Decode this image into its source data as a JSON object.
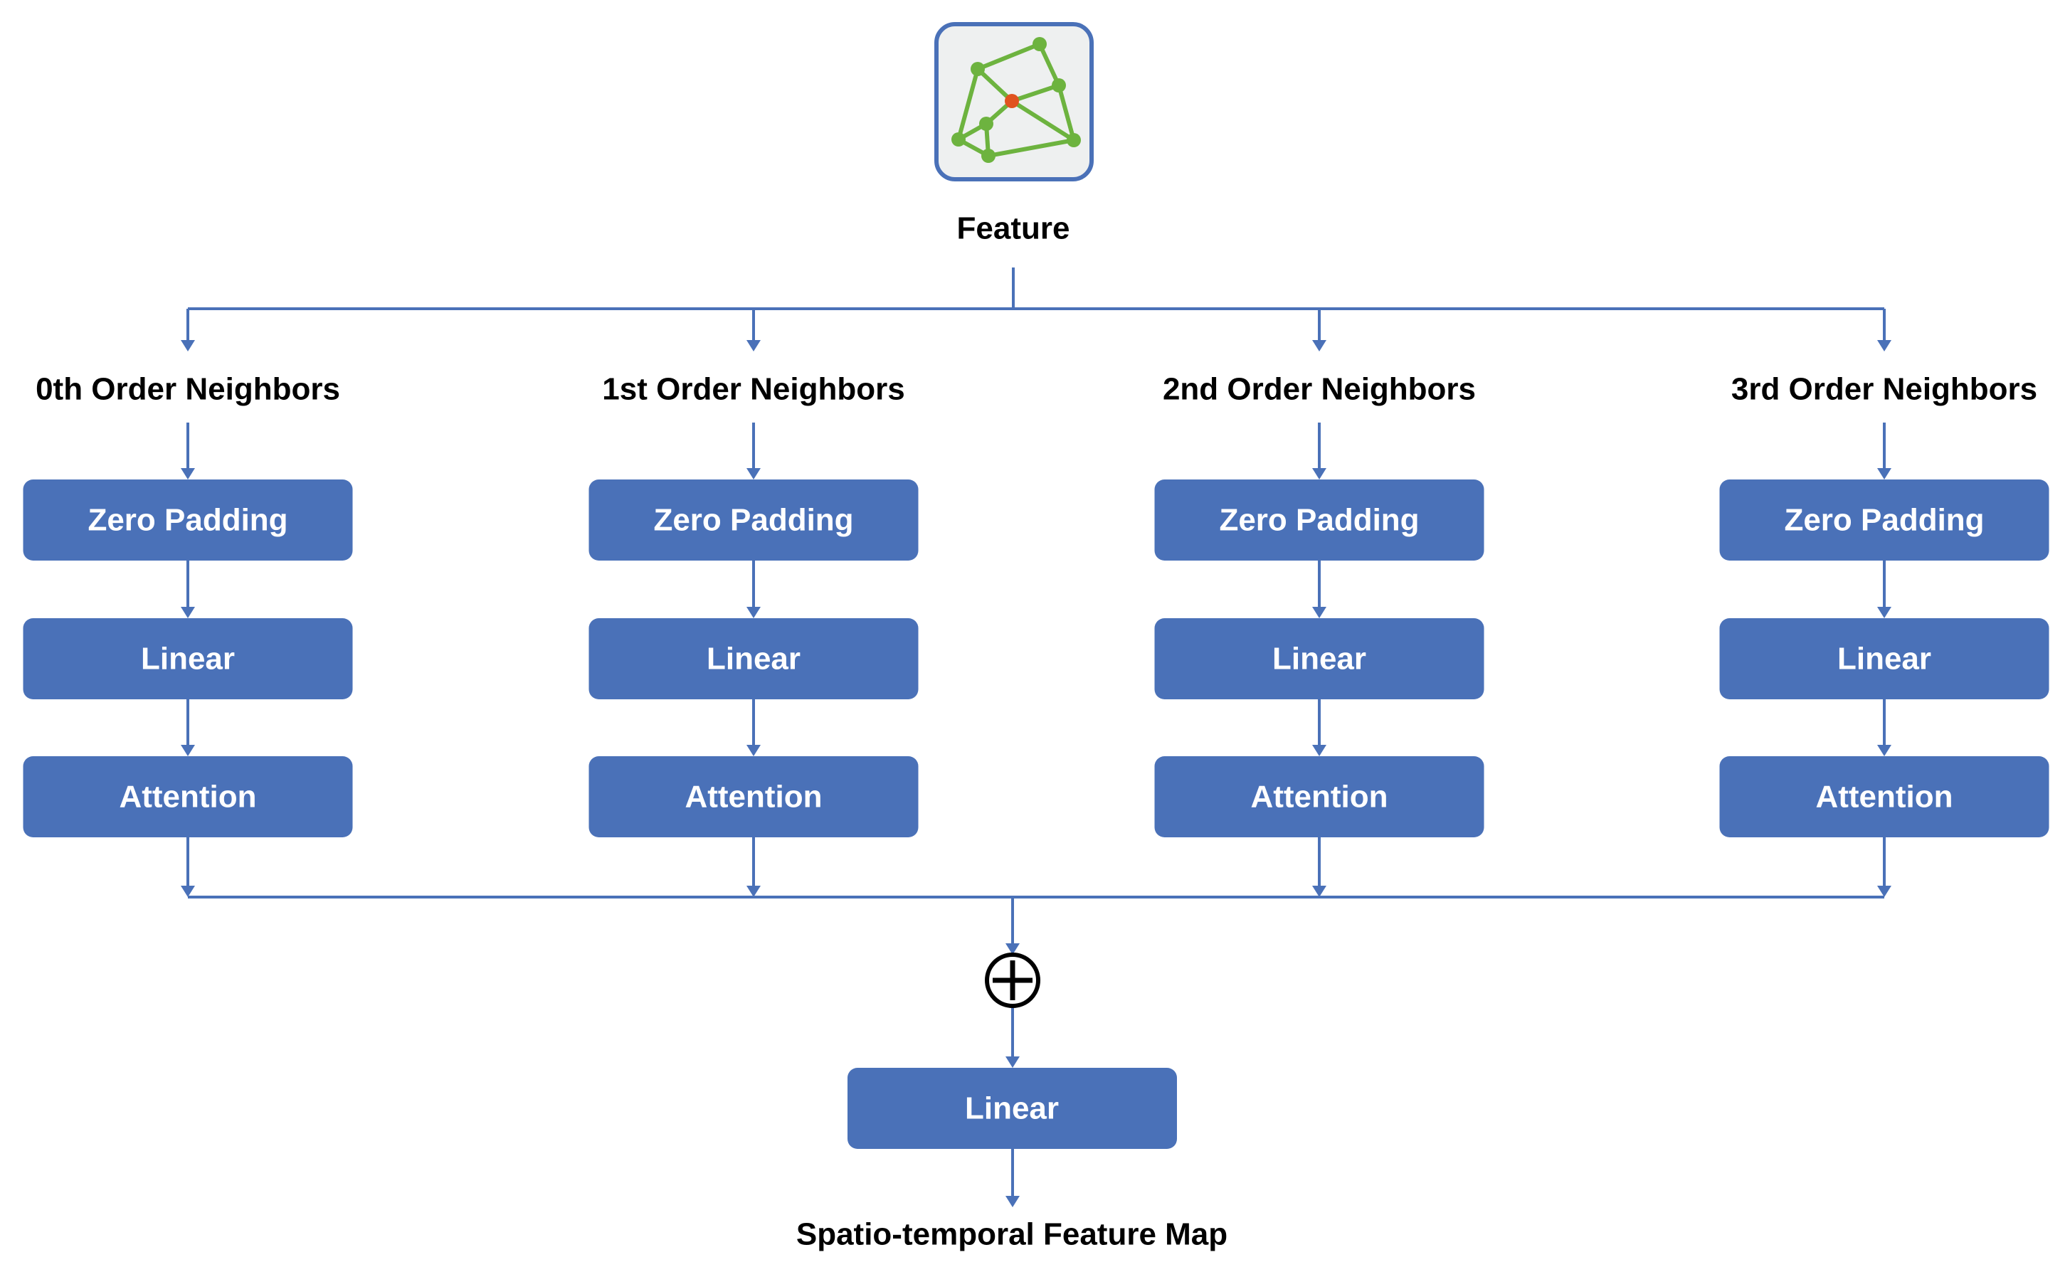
{
  "input": {
    "icon": "graph-network-icon",
    "label": "Feature",
    "colors": {
      "border": "#4a71b8",
      "background": "#eef0f0",
      "edge": "#6db33f",
      "node": "#6db33f",
      "center_node": "#e0531f"
    }
  },
  "columns": [
    {
      "label": "0th Order Neighbors",
      "steps": [
        "Zero Padding",
        "Linear",
        "Attention"
      ]
    },
    {
      "label": "1st Order Neighbors",
      "steps": [
        "Zero Padding",
        "Linear",
        "Attention"
      ]
    },
    {
      "label": "2nd Order Neighbors",
      "steps": [
        "Zero Padding",
        "Linear",
        "Attention"
      ]
    },
    {
      "label": "3rd Order Neighbors",
      "steps": [
        "Zero Padding",
        "Linear",
        "Attention"
      ]
    }
  ],
  "aggregate": {
    "symbol": "sum-operator-icon"
  },
  "final": {
    "step": "Linear",
    "output_label": "Spatio-temporal Feature Map"
  },
  "colors": {
    "block": "#4a71b8",
    "block_text": "#ffffff",
    "arrow": "#4a71b8",
    "text": "#000000"
  }
}
